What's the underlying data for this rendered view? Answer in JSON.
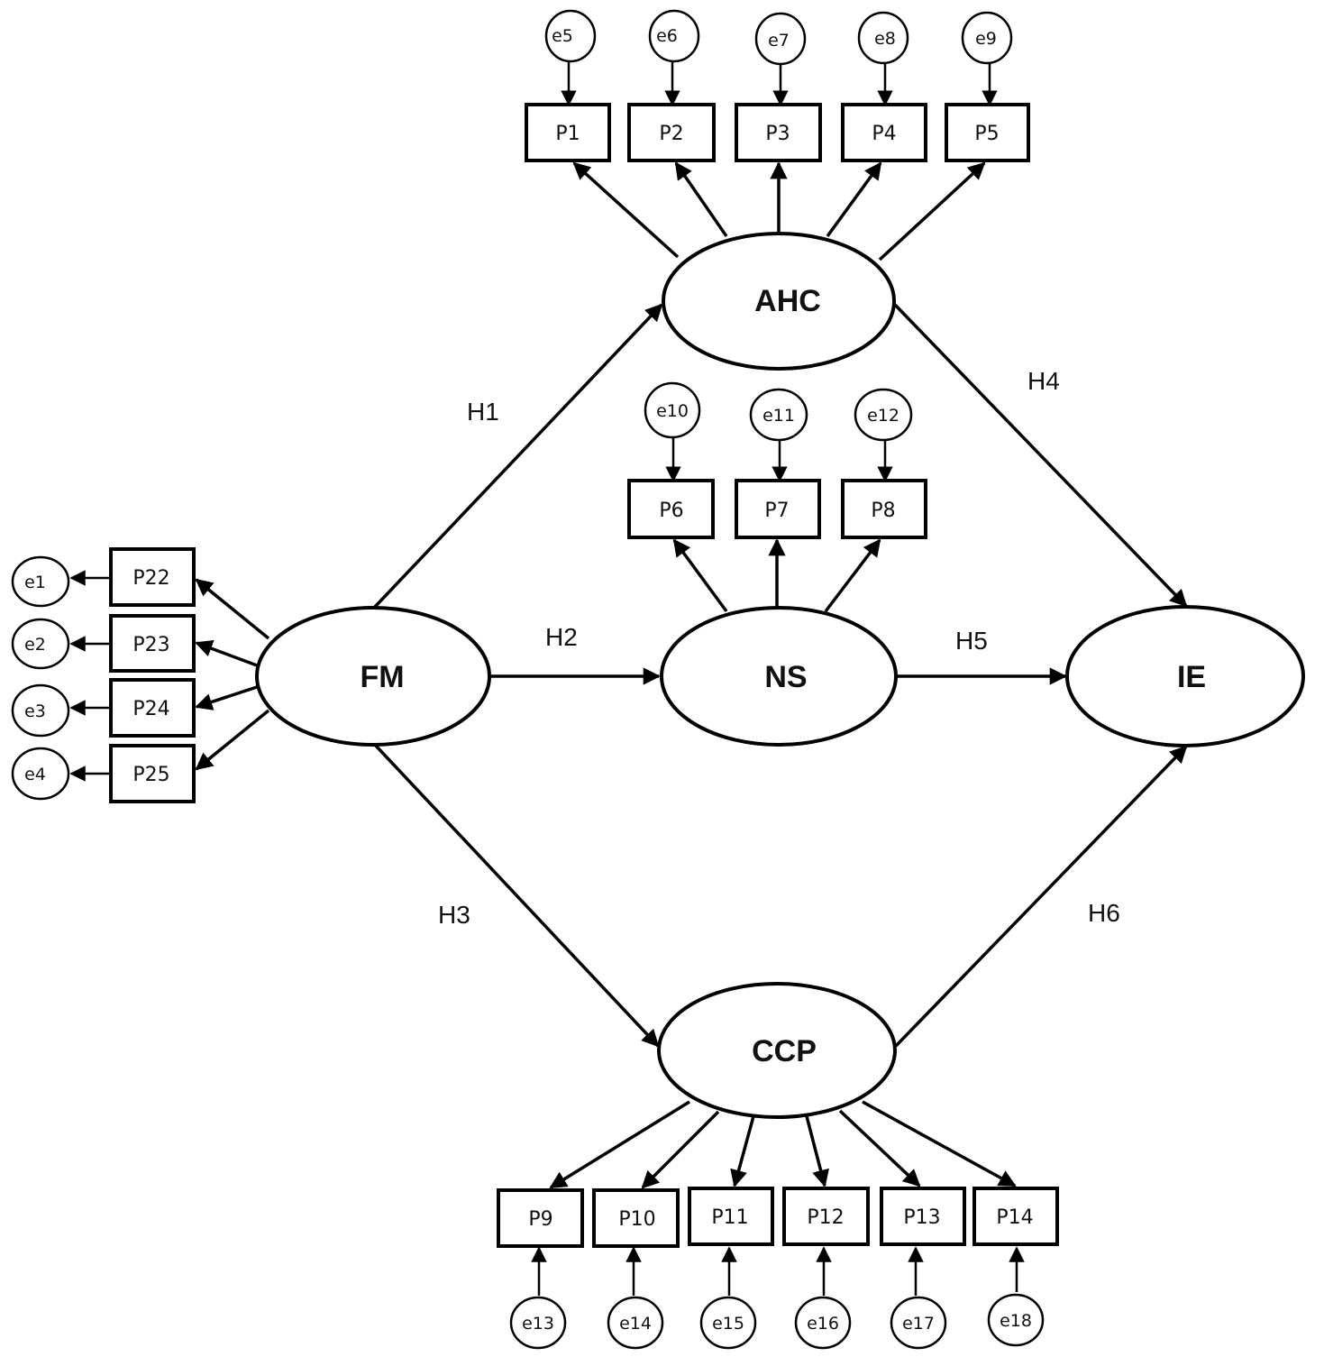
{
  "diagram": {
    "type": "structural-equation-model",
    "latent_variables": [
      {
        "id": "AHC",
        "label": "AHC"
      },
      {
        "id": "NS",
        "label": "NS"
      },
      {
        "id": "FM",
        "label": "FM"
      },
      {
        "id": "IE",
        "label": "IE"
      },
      {
        "id": "CCP",
        "label": "CCP"
      }
    ],
    "observed_variables": {
      "AHC": [
        "P1",
        "P2",
        "P3",
        "P4",
        "P5"
      ],
      "NS": [
        "P6",
        "P7",
        "P8"
      ],
      "CCP": [
        "P9",
        "P10",
        "P11",
        "P12",
        "P13",
        "P14"
      ],
      "FM": [
        "P22",
        "P23",
        "P24",
        "P25"
      ]
    },
    "error_terms": {
      "AHC": [
        "e5",
        "e6",
        "e7",
        "e8",
        "e9"
      ],
      "NS": [
        "e10",
        "e11",
        "e12"
      ],
      "CCP": [
        "e13",
        "e14",
        "e15",
        "e16",
        "e17",
        "e18"
      ],
      "FM": [
        "e1",
        "e2",
        "e3",
        "e4"
      ]
    },
    "hypotheses": [
      {
        "label": "H1",
        "from": "FM",
        "to": "AHC"
      },
      {
        "label": "H2",
        "from": "FM",
        "to": "NS"
      },
      {
        "label": "H3",
        "from": "FM",
        "to": "CCP"
      },
      {
        "label": "H4",
        "from": "AHC",
        "to": "IE"
      },
      {
        "label": "H5",
        "from": "NS",
        "to": "IE"
      },
      {
        "label": "H6",
        "from": "CCP",
        "to": "IE"
      }
    ]
  }
}
